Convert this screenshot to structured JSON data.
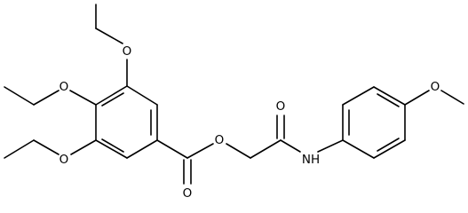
{
  "molecule": {
    "atoms": {
      "o_top": "O",
      "o_mid": "O",
      "o_bottom": "O",
      "o_carbonyl_ester": "O",
      "o_ester": "O",
      "o_carbonyl_amide": "O",
      "nh": "NH",
      "o_methoxy": "O"
    }
  }
}
